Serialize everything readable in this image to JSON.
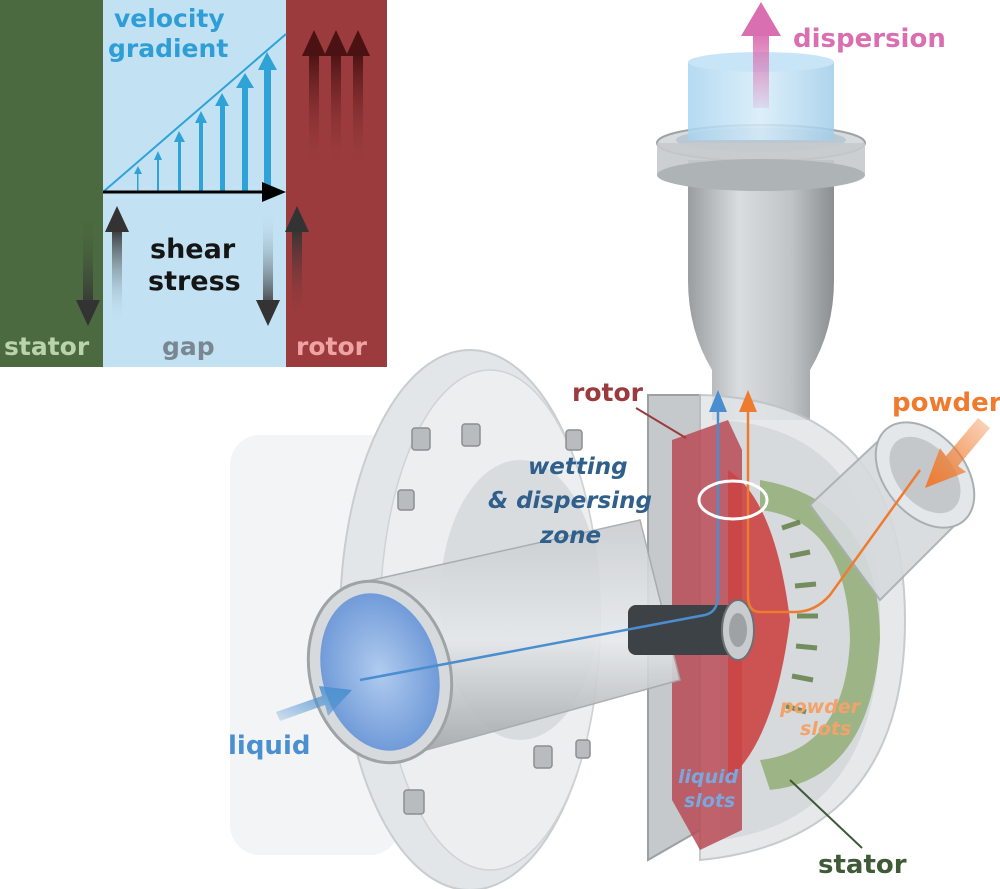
{
  "inset": {
    "stator_label": "stator",
    "gap_label": "gap",
    "rotor_label": "rotor",
    "velocity_gradient_line1": "velocity",
    "velocity_gradient_line2": "gradient",
    "shear_stress_line1": "shear",
    "shear_stress_line2": "stress"
  },
  "labels": {
    "dispersion": "dispersion",
    "powder": "powder",
    "rotor": "rotor",
    "wetting_zone_line1": "wetting",
    "wetting_zone_line2": "& dispersing",
    "wetting_zone_line3": "zone",
    "liquid": "liquid",
    "powder_slots_line1": "powder",
    "powder_slots_line2": "slots",
    "liquid_slots_line1": "liquid",
    "liquid_slots_line2": "slots",
    "stator": "stator"
  },
  "colors": {
    "stator_green": "#4a6a3f",
    "gap_blue": "#bfe0f2",
    "rotor_red": "#9b3a3c",
    "velocity_blue": "#2fa3d8",
    "dispersion_pink": "#d96fb0",
    "powder_orange": "#f07a2e",
    "liquid_blue": "#4a90d0",
    "rotor_label": "#9a3b3e",
    "zone_label": "#2f5f8a",
    "stator_label": "#3f5a36"
  }
}
